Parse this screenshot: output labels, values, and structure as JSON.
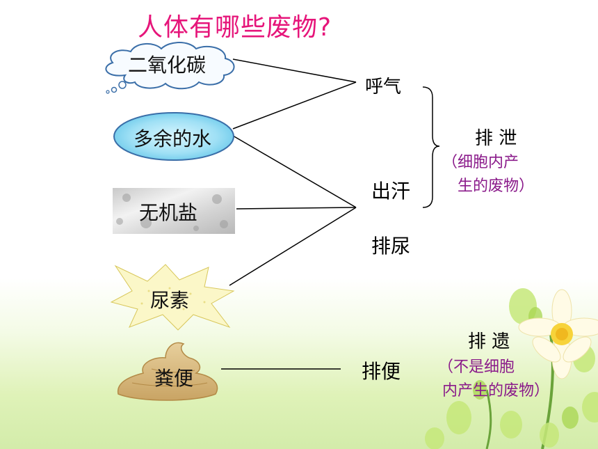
{
  "title": "人体有哪些废物?",
  "wastes": {
    "co2": "二氧化碳",
    "water": "多余的水",
    "salt": "无机盐",
    "urea": "尿素",
    "feces": "粪便"
  },
  "processes": {
    "breath": "呼气",
    "sweat": "出汗",
    "urine": "排尿",
    "defecate": "排便"
  },
  "categories": {
    "excretion": "排 泄",
    "excretion_note_line1": "（细胞内产",
    "excretion_note_line2": "生的废物）",
    "egestion": "排 遗",
    "egestion_note_line1": "（不是细胞",
    "egestion_note_line2": "内产生的废物）"
  },
  "colors": {
    "title": "#e6157a",
    "note": "#8a1a8a"
  }
}
